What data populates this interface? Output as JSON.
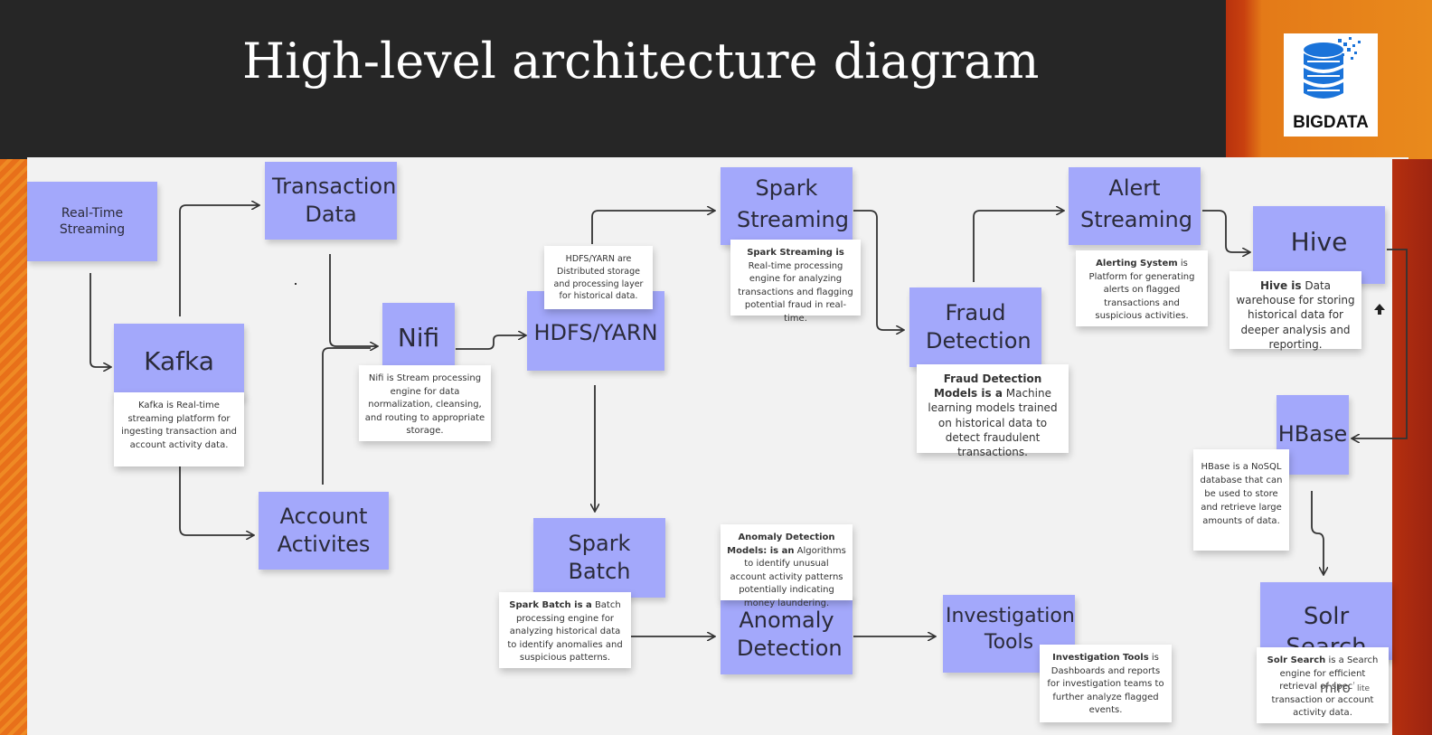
{
  "title": "High-level architecture diagram",
  "logo": {
    "text": "BIGDATA",
    "icon": "database-icon"
  },
  "nodes": {
    "realtime": "Real-Time Streaming",
    "kafka": "Kafka",
    "transaction": "Transaction Data",
    "account": "Account Activites",
    "nifi": "Nifi",
    "hdfs": "HDFS/YARN",
    "spark_streaming": "Spark Streaming",
    "spark_batch": "Spark Batch",
    "fraud": "Fraud Detection",
    "anomaly": "Anomaly Detection",
    "investigation": "Investigation Tools",
    "alert": "Alert Streaming",
    "hive": "Hive",
    "hbase": "HBase",
    "solr": "Solr Search"
  },
  "cards": {
    "kafka": {
      "bold": "",
      "text": "Kafka is Real-time streaming platform for ingesting transaction and account activity data."
    },
    "nifi": {
      "bold": "",
      "text": "Nifi is Stream processing engine for data normalization, cleansing, and routing to appropriate storage."
    },
    "hdfs": {
      "bold": "",
      "text": "HDFS/YARN are Distributed storage and processing layer for historical data."
    },
    "spark_streaming": {
      "bold": "Spark Streaming is",
      "text": " Real-time processing engine for analyzing transactions and flagging potential fraud in real-time."
    },
    "spark_batch": {
      "bold": "Spark Batch is a",
      "text": " Batch processing engine for analyzing historical data to identify anomalies and suspicious patterns."
    },
    "anomaly": {
      "bold": "Anomaly Detection Models: is an",
      "text": " Algorithms to identify unusual account activity patterns potentially indicating money laundering."
    },
    "fraud": {
      "bold": "Fraud Detection Models is a",
      "text": " Machine learning models trained on historical data to detect fraudulent transactions."
    },
    "alert": {
      "bold": "Alerting System",
      "text": " is Platform for generating alerts on flagged transactions and suspicious activities."
    },
    "hive": {
      "bold": "Hive is",
      "text": " Data warehouse for storing historical data for deeper analysis and reporting."
    },
    "hbase": {
      "bold": "",
      "text": "HBase is a NoSQL database that can be used to store and retrieve large amounts of data."
    },
    "investigation": {
      "bold": "Investigation Tools",
      "text": " is Dashboards and reports for investigation teams to further analyze flagged events."
    },
    "solr": {
      "bold": "Solr Search",
      "text": " is a Search engine for efficient retrieval of specific transaction or account activity data."
    }
  },
  "watermark": {
    "brand": "miro",
    "badge": "lite"
  }
}
